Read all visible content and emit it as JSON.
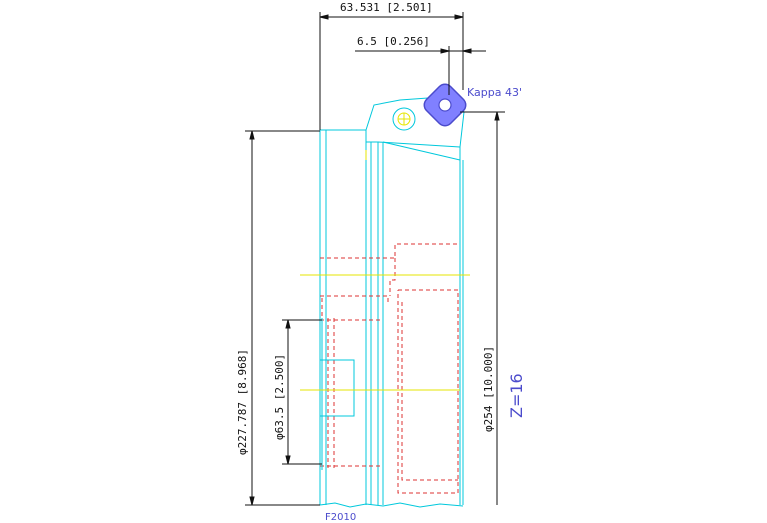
{
  "drawing": {
    "dimensions": {
      "overall_length": "63.531 [2.501]",
      "insert_offset": "6.5 [0.256]",
      "height": "φ227.787 [8.968]",
      "bore_diameter": "φ63.5 [2.500]",
      "cutter_diameter": "φ254 [10.000]"
    },
    "kappa_label": "Kappa  43'",
    "teeth_label": "Z=16",
    "part_number": "F2010"
  },
  "colors": {
    "outline": "#00c8dc",
    "hidden": "#dd3333",
    "centerline": "#e6e600",
    "dimension": "#111111",
    "annotation": "#4b4bcc",
    "insert_fill": "#8080ff"
  },
  "icons": {
    "insert": "square-insert-icon",
    "screw": "clamp-screw-icon"
  }
}
